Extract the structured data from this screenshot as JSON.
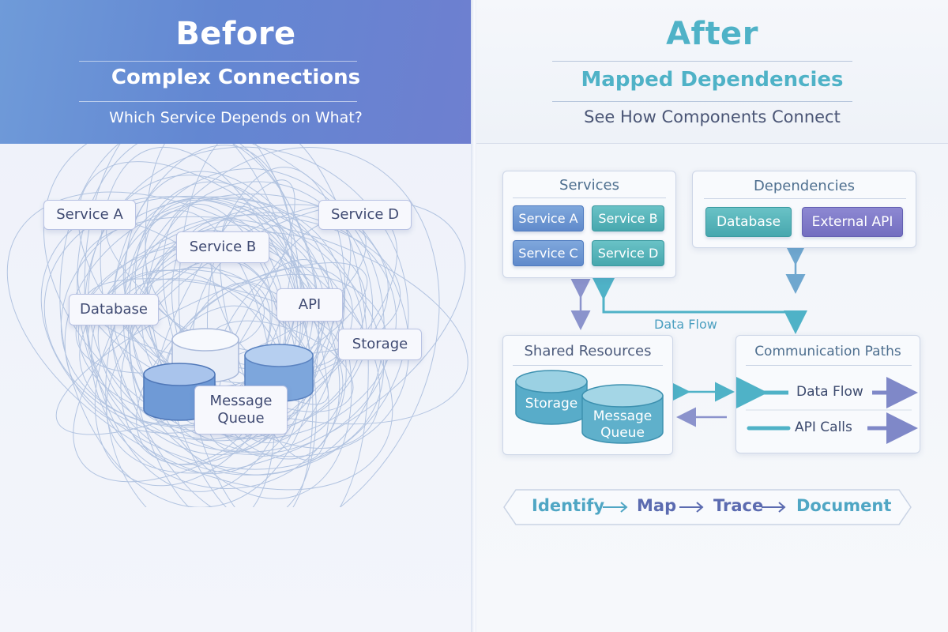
{
  "before": {
    "title": "Before",
    "subtitle": "Complex Connections",
    "question": "Which Service Depends on What?",
    "nodes": {
      "service_a": "Service A",
      "service_d": "Service D",
      "service_b": "Service B",
      "database": "Database",
      "api": "API",
      "storage": "Storage",
      "message_queue": "Message Queue"
    }
  },
  "after": {
    "title": "After",
    "subtitle": "Mapped Dependencies",
    "tagline": "See How Components Connect",
    "services": {
      "title": "Services",
      "items": [
        "Service A",
        "Service B",
        "Service C",
        "Service D"
      ]
    },
    "dependencies": {
      "title": "Dependencies",
      "items": [
        "Database",
        "External API"
      ]
    },
    "data_flow_label": "Data Flow",
    "shared_resources": {
      "title": "Shared Resources",
      "storage": "Storage",
      "message_queue": "Message Queue"
    },
    "communication_paths": {
      "title": "Communication Paths",
      "items": [
        "Data Flow",
        "API Calls"
      ]
    },
    "process": [
      "Identify",
      "Map",
      "Trace",
      "Document"
    ]
  },
  "colors": {
    "header_blue": "#6387d2",
    "teal": "#4fb2c7",
    "chip_blue": "#5f8acb",
    "chip_teal": "#47a7ae",
    "chip_purple": "#736ec0",
    "arrow_purple": "#7f88c8"
  }
}
